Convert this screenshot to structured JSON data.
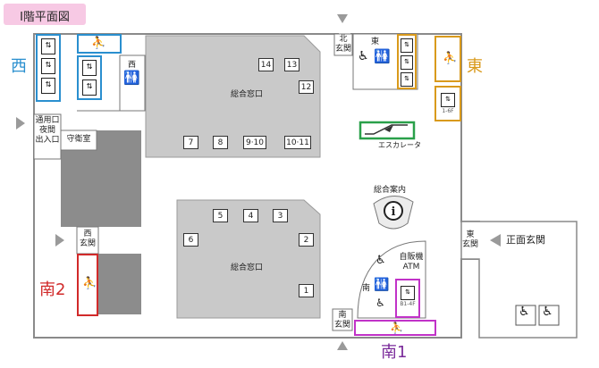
{
  "title": "I階平面図",
  "colors": {
    "west": "#2a8fcf",
    "east": "#d99a1c",
    "south1": "#c132c8",
    "south2": "#d12a2a",
    "escalator": "#2aa04a",
    "title_bg": "#f7c9e4",
    "floor": "#c8c8c8",
    "dark": "#8c8c8c"
  },
  "direction_labels": {
    "west": "西",
    "east": "東",
    "south1": "南1",
    "south2": "南2"
  },
  "rooms": {
    "north_entrance": "北\n玄関",
    "west_entrance": "西\n玄関",
    "east_entrance": "東\n玄関",
    "south_entrance": "南\n玄関",
    "main_entrance": "正面玄関",
    "night_entrance": "通用口\n夜間\n出入口",
    "guard_room": "守衛室",
    "general_counter_top": "総合窓口",
    "general_counter_bottom": "総合窓口",
    "information": "総合案内",
    "escalator": "エスカレータ",
    "vending_atm": "自販機\nATM",
    "wc_west": "西",
    "wc_east": "東",
    "wc_south": "南"
  },
  "counters_top": [
    "14",
    "13",
    "12",
    "7",
    "8",
    "9·10",
    "10·11"
  ],
  "counters_bottom": [
    "5",
    "4",
    "3",
    "6",
    "2",
    "1"
  ],
  "elevator_floor_labels": {
    "east": "1-6F",
    "south": "B1-4F"
  },
  "icons": [
    "elevator-icon",
    "stairs-icon",
    "restroom-icon",
    "wheelchair-icon",
    "info-icon",
    "escalator-icon",
    "arrow-icon"
  ]
}
